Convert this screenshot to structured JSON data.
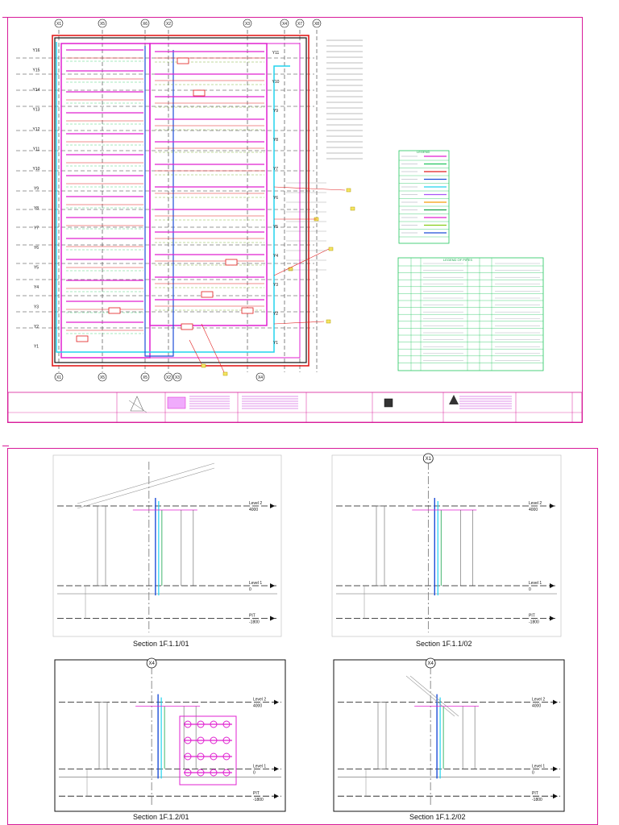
{
  "grid": {
    "top_labels": [
      "X1",
      "X2",
      "X3",
      "X4",
      "X5",
      "X6",
      "X7",
      "X8"
    ],
    "bottom_labels": [
      "X1",
      "X5",
      "X5",
      "X2",
      "X3",
      "X4"
    ],
    "left_labels": [
      "Y16",
      "Y15",
      "Y14",
      "Y13",
      "Y12",
      "Y11",
      "Y10",
      "Y9",
      "Y8",
      "Y7",
      "Y6",
      "Y5",
      "Y4",
      "Y3",
      "Y2",
      "Y1"
    ],
    "right_labels": [
      "Y11",
      "Y10",
      "Y9",
      "Y8",
      "Y7",
      "Y6",
      "Y5",
      "Y4",
      "Y3",
      "Y2",
      "Y1"
    ]
  },
  "legend": {
    "title": "LEGEND"
  },
  "legend2": {
    "title": "LEGEND OF PIPES"
  },
  "sections": [
    {
      "caption": "Section 1F.1.1/01",
      "levels": [
        "Level 2",
        "4000",
        "Level 1",
        "0",
        "PIT",
        "-1800"
      ]
    },
    {
      "caption": "Section 1F.1.1/02",
      "axis": "X1",
      "levels": [
        "Level 2",
        "4000",
        "Level 1",
        "0",
        "PIT",
        "-1800"
      ]
    },
    {
      "caption": "Section 1F.1.2/01",
      "axis": "X4",
      "levels": [
        "Level 2",
        "4000",
        "Level 1",
        "0",
        "PIT",
        "-1800"
      ]
    },
    {
      "caption": "Section 1F.1.2/02",
      "axis": "X4",
      "levels": [
        "Level 2",
        "4000",
        "Level 1",
        "0",
        "PIT",
        "-1800"
      ]
    }
  ],
  "colors": {
    "border": "#d81b9a",
    "magenta": "#e020d0",
    "green": "#22c55e",
    "red": "#e11d1d",
    "blue": "#1d4ed8",
    "cyan": "#22d3ee"
  }
}
